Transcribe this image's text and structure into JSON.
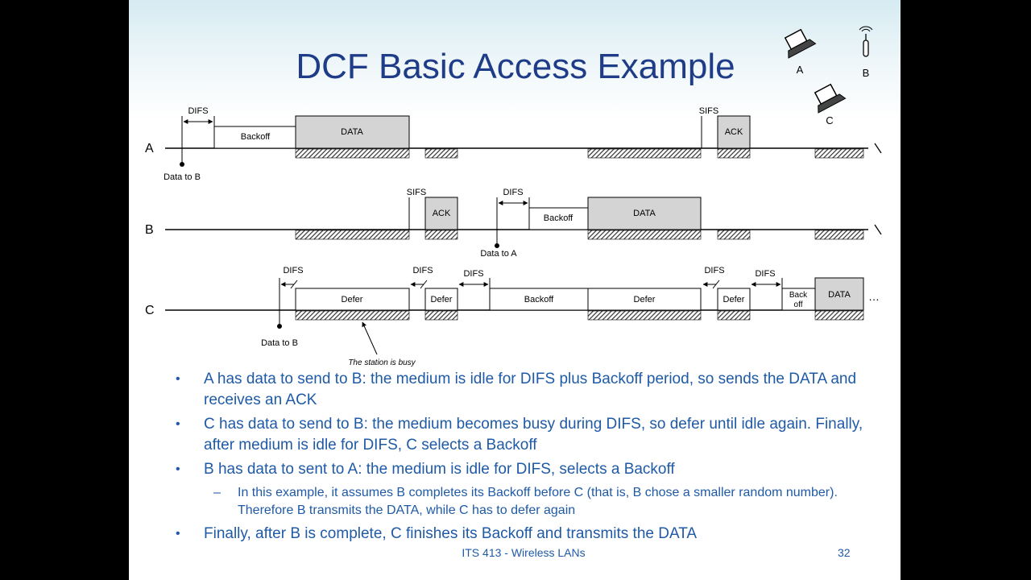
{
  "slide": {
    "title": "DCF Basic Access Example",
    "footer": "ITS 413 - Wireless LANs",
    "page_number": "32"
  },
  "stations": {
    "a": "A",
    "b": "B",
    "c": "C"
  },
  "diagram": {
    "row_a": {
      "label": "A",
      "difs": "DIFS",
      "backoff": "Backoff",
      "data": "DATA",
      "sifs": "SIFS",
      "ack": "ACK",
      "event": "Data to B"
    },
    "row_b": {
      "label": "B",
      "sifs": "SIFS",
      "ack": "ACK",
      "difs": "DIFS",
      "backoff": "Backoff",
      "data": "DATA",
      "event": "Data to A"
    },
    "row_c": {
      "label": "C",
      "difs1": "DIFS",
      "defer1": "Defer",
      "difs2": "DIFS",
      "defer2": "Defer",
      "difs3": "DIFS",
      "backoff": "Backoff",
      "defer3": "Defer",
      "difs4": "DIFS",
      "defer4": "Defer",
      "difs5": "DIFS",
      "backoff2_line1": "Back",
      "backoff2_line2": "off",
      "data": "DATA",
      "ellipsis": "…",
      "event": "Data to B",
      "busy_note": "The station is busy"
    }
  },
  "bullets": [
    {
      "dot": "•",
      "text": "A has data to send to B: the medium is idle for DIFS plus Backoff period, so sends the DATA and receives an ACK"
    },
    {
      "dot": "•",
      "text": "C has data to send to B: the medium becomes busy during DIFS, so defer until idle again. Finally, after medium is idle for DIFS, C selects a Backoff"
    },
    {
      "dot": "•",
      "text": "B has data to sent to A: the medium is idle for DIFS, selects a Backoff"
    },
    {
      "dash": "–",
      "text": "In this example, it assumes B completes its Backoff before C (that is, B chose a smaller random number). Therefore B transmits the DATA, while C has to defer again"
    },
    {
      "dot": "•",
      "text": "Finally, after B is complete, C finishes its Backoff and transmits the DATA"
    }
  ]
}
